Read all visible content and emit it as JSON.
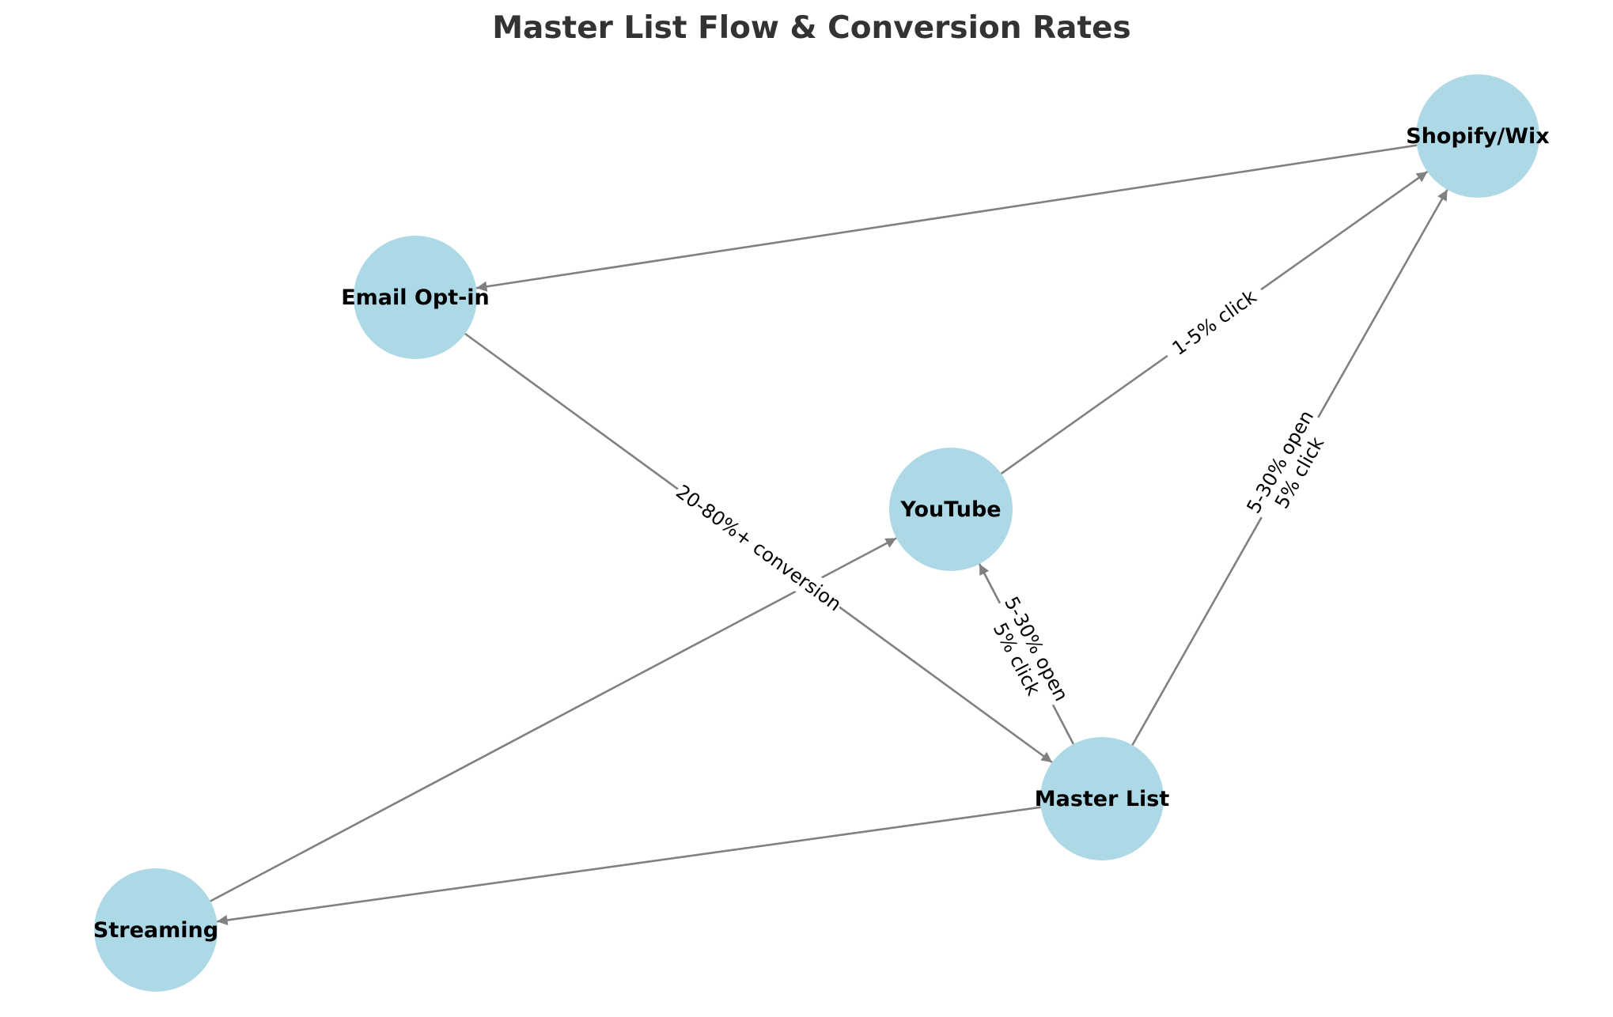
{
  "title": "Master List Flow & Conversion Rates",
  "colors": {
    "node_fill": "#add8e6",
    "edge": "#808080",
    "title": "#333333",
    "label": "#000000"
  },
  "nodes": [
    {
      "id": "shopify",
      "label": "Shopify/Wix"
    },
    {
      "id": "email",
      "label": "Email Opt-in"
    },
    {
      "id": "youtube",
      "label": "YouTube"
    },
    {
      "id": "master",
      "label": "Master List"
    },
    {
      "id": "streaming",
      "label": "Streaming"
    }
  ],
  "edges": [
    {
      "from": "shopify",
      "to": "email",
      "label": []
    },
    {
      "from": "email",
      "to": "master",
      "label": [
        "20-80%+ conversion"
      ]
    },
    {
      "from": "youtube",
      "to": "shopify",
      "label": [
        "1-5% click"
      ]
    },
    {
      "from": "master",
      "to": "shopify",
      "label": [
        "5-30% open",
        "5% click"
      ]
    },
    {
      "from": "master",
      "to": "youtube",
      "label": [
        "5-30% open",
        "5% click"
      ]
    },
    {
      "from": "master",
      "to": "streaming",
      "label": []
    },
    {
      "from": "streaming",
      "to": "youtube",
      "label": []
    }
  ]
}
